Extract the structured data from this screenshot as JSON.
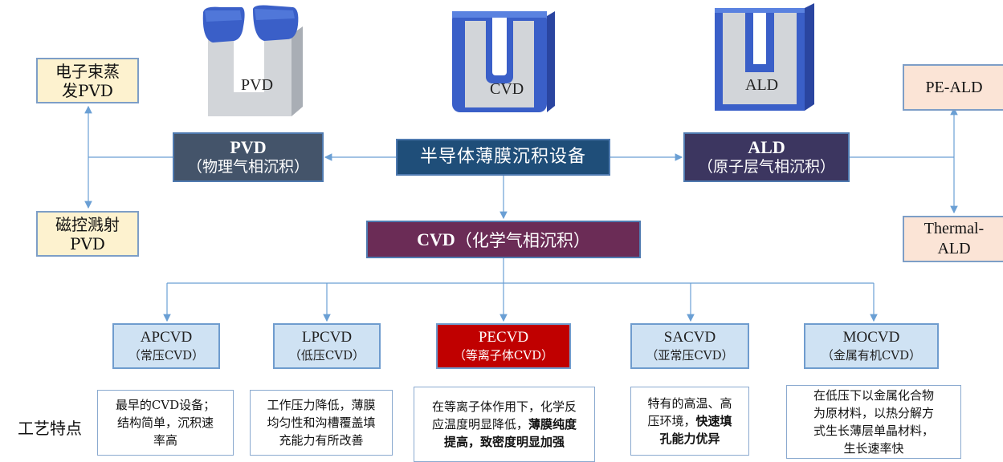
{
  "illustrations": {
    "pvd_label": "PVD",
    "cvd_label": "CVD",
    "ald_label": "ALD"
  },
  "pvd_methods": [
    {
      "line1": "电子束蒸",
      "line2": "发PVD"
    },
    {
      "line1": "磁控溅射",
      "line2": "PVD"
    }
  ],
  "ald_methods": [
    {
      "line1": "PE-ALD",
      "line2": ""
    },
    {
      "line1": "Thermal-",
      "line2": "ALD"
    }
  ],
  "nodes": {
    "root": "半导体薄膜沉积设备",
    "pvd": {
      "title": "PVD",
      "subtitle": "（物理气相沉积）"
    },
    "ald": {
      "title": "ALD",
      "subtitle": "（原子层气相沉积）"
    },
    "cvd": {
      "title": "CVD",
      "subtitle": "（化学气相沉积）"
    }
  },
  "cvd_types": [
    {
      "name": "APCVD",
      "cn": "（常压CVD）"
    },
    {
      "name": "LPCVD",
      "cn": "（低压CVD）"
    },
    {
      "name": "PECVD",
      "cn": "（等离子体CVD）"
    },
    {
      "name": "SACVD",
      "cn": "（亚常压CVD）"
    },
    {
      "name": "MOCVD",
      "cn": "（金属有机CVD）"
    }
  ],
  "features_label": "工艺特点",
  "features": {
    "apcvd": [
      "最早的CVD设备；",
      "结构简单，沉积速",
      "率高"
    ],
    "lpcvd": [
      "工作压力降低，薄膜",
      "均匀性和沟槽覆盖填",
      "充能力有所改善"
    ],
    "pecvd": {
      "l1": "在等离子体作用下，化学反",
      "l2a": "应温度明显降低，",
      "l2b": "薄膜纯度",
      "l3": "提高，致密度明显加强"
    },
    "sacvd": {
      "l1": "特有的高温、高",
      "l2a": "压环境，",
      "l2b": "快速填",
      "l3": "孔能力优异"
    },
    "mocvd": [
      "在低压下以金属化合物",
      "为原材料，以热分解方",
      "式生长薄层单晶材料，",
      "生长速率快"
    ]
  },
  "colors": {
    "root": "#1f4e79",
    "pvd": "#44546a",
    "ald": "#3c3660",
    "cvd": "#6b2c56",
    "highlight": "#c00000",
    "connector": "#6a9fd4"
  }
}
